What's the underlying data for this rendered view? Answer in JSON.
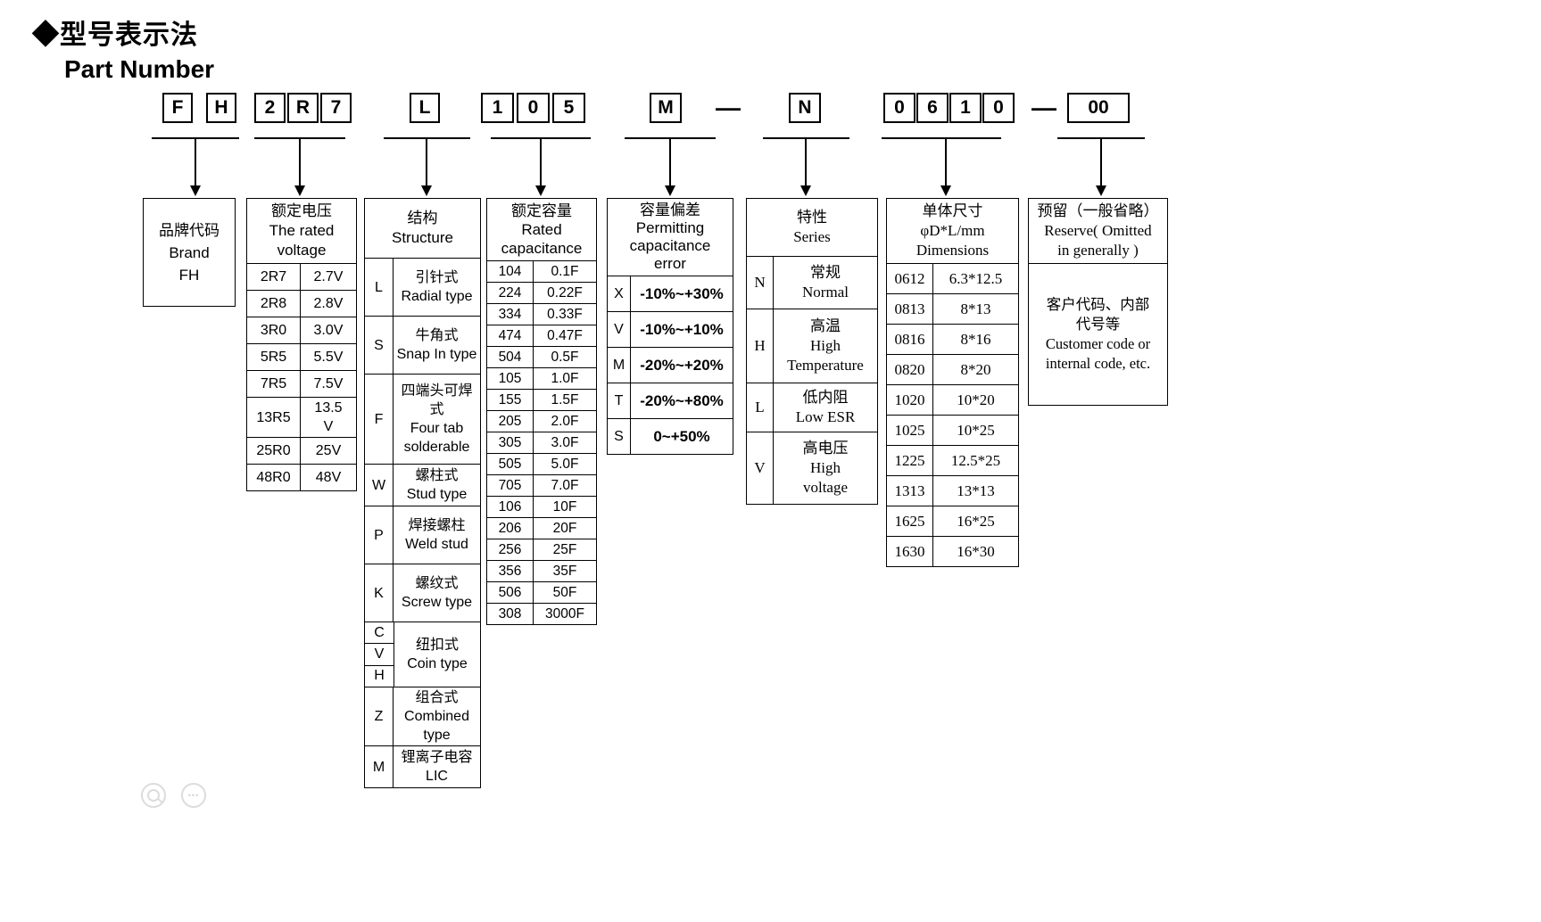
{
  "page": {
    "title": "◆型号表示法",
    "subtitle": "Part Number"
  },
  "part_number": {
    "brand_chars": [
      "F",
      "H"
    ],
    "voltage_chars": [
      "2",
      "R",
      "7"
    ],
    "structure_chars": [
      "L"
    ],
    "capacitance_chars": [
      "1",
      "0",
      "5"
    ],
    "tolerance_chars": [
      "M"
    ],
    "series_chars": [
      "N"
    ],
    "dimension_chars": [
      "0",
      "6",
      "1",
      "0"
    ],
    "reserve_chars": [
      "00"
    ],
    "separator": "—"
  },
  "brand_table": {
    "text": "品牌代码\nBrand\nFH"
  },
  "voltage_table": {
    "header": "额定电压\nThe rated\nvoltage",
    "rows": [
      {
        "code": "2R7",
        "value": "2.7V"
      },
      {
        "code": "2R8",
        "value": "2.8V"
      },
      {
        "code": "3R0",
        "value": "3.0V"
      },
      {
        "code": "5R5",
        "value": "5.5V"
      },
      {
        "code": "7R5",
        "value": "7.5V"
      },
      {
        "code": "13R5",
        "value": "13.5\nV"
      },
      {
        "code": "25R0",
        "value": "25V"
      },
      {
        "code": "48R0",
        "value": "48V"
      }
    ]
  },
  "structure_table": {
    "header": "结构\nStructure",
    "rows": [
      {
        "code": "L",
        "desc": "引针式\nRadial type"
      },
      {
        "code": "S",
        "desc": "牛角式\nSnap In type"
      },
      {
        "code": "F",
        "desc": "四端头可焊式\nFour tab solderable"
      },
      {
        "code": "W",
        "desc": "螺柱式\nStud type"
      },
      {
        "code": "P",
        "desc": "焊接螺柱\nWeld stud"
      },
      {
        "code": "K",
        "desc": "螺纹式\nScrew type"
      }
    ],
    "coin_row": {
      "codes": [
        "C",
        "V",
        "H"
      ],
      "desc": "纽扣式\nCoin type"
    },
    "tail_rows": [
      {
        "code": "Z",
        "desc": "组合式\nCombined type"
      },
      {
        "code": "M",
        "desc": "锂离子电容LIC"
      }
    ]
  },
  "capacitance_table": {
    "header": "额定容量\nRated\ncapacitance",
    "rows": [
      {
        "code": "104",
        "value": "0.1F"
      },
      {
        "code": "224",
        "value": "0.22F"
      },
      {
        "code": "334",
        "value": "0.33F"
      },
      {
        "code": "474",
        "value": "0.47F"
      },
      {
        "code": "504",
        "value": "0.5F"
      },
      {
        "code": "105",
        "value": "1.0F"
      },
      {
        "code": "155",
        "value": "1.5F"
      },
      {
        "code": "205",
        "value": "2.0F"
      },
      {
        "code": "305",
        "value": "3.0F"
      },
      {
        "code": "505",
        "value": "5.0F"
      },
      {
        "code": "705",
        "value": "7.0F"
      },
      {
        "code": "106",
        "value": "10F"
      },
      {
        "code": "206",
        "value": "20F"
      },
      {
        "code": "256",
        "value": "25F"
      },
      {
        "code": "356",
        "value": "35F"
      },
      {
        "code": "506",
        "value": "50F"
      },
      {
        "code": "308",
        "value": "3000F"
      }
    ]
  },
  "error_table": {
    "header": "容量偏差\nPermitting\ncapacitance\nerror",
    "rows": [
      {
        "code": "X",
        "value": "-10%~+30%"
      },
      {
        "code": "V",
        "value": "-10%~+10%"
      },
      {
        "code": "M",
        "value": "-20%~+20%"
      },
      {
        "code": "T",
        "value": "-20%~+80%"
      },
      {
        "code": "S",
        "value": "0~+50%"
      }
    ]
  },
  "series_table": {
    "header": "特性\nSeries",
    "rows": [
      {
        "code": "N",
        "desc": "常规\nNormal"
      },
      {
        "code": "H",
        "desc": "高温\nHigh\nTemperature"
      },
      {
        "code": "L",
        "desc": "低内阻\nLow ESR"
      },
      {
        "code": "V",
        "desc": "高电压\nHigh\nvoltage"
      }
    ]
  },
  "dimensions_table": {
    "header": "单体尺寸\nφD*L/mm\nDimensions",
    "rows": [
      {
        "code": "0612",
        "value": "6.3*12.5"
      },
      {
        "code": "0813",
        "value": "8*13"
      },
      {
        "code": "0816",
        "value": "8*16"
      },
      {
        "code": "0820",
        "value": "8*20"
      },
      {
        "code": "1020",
        "value": "10*20"
      },
      {
        "code": "1025",
        "value": "10*25"
      },
      {
        "code": "1225",
        "value": "12.5*25"
      },
      {
        "code": "1313",
        "value": "13*13"
      },
      {
        "code": "1625",
        "value": "16*25"
      },
      {
        "code": "1630",
        "value": "16*30"
      }
    ]
  },
  "reserve_table": {
    "header": "预留（一般省略）\nReserve( Omitted\nin generally )",
    "body": "客户代码、内部\n代号等\nCustomer code or\ninternal code, etc."
  },
  "viewer_icons": {
    "zoom": "magnifier",
    "more": "ellipsis"
  }
}
